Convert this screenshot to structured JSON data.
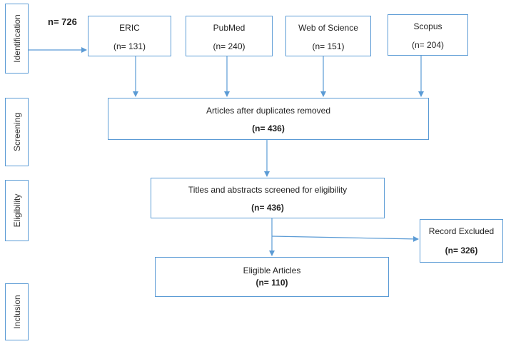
{
  "total": "n= 726",
  "stages": [
    "Identification",
    "Screening",
    "Eligibility",
    "Inclusion"
  ],
  "sources": [
    {
      "name": "ERIC",
      "count": "(n= 131)"
    },
    {
      "name": "PubMed",
      "count": "(n= 240)"
    },
    {
      "name": "Web of Science",
      "count": "(n= 151)"
    },
    {
      "name": "Scopus",
      "count": "(n= 204)"
    }
  ],
  "screening": {
    "label": "Articles after duplicates removed",
    "count": "(n= 436)"
  },
  "eligibility": {
    "label": "Titles and abstracts screened for eligibility",
    "count": "(n= 436)"
  },
  "excluded": {
    "label": "Record Excluded",
    "count": "(n= 326)"
  },
  "included": {
    "label": "Eligible Articles",
    "count": "(n= 110)"
  },
  "colors": {
    "line": "#5b9bd5",
    "text": "#222222"
  }
}
